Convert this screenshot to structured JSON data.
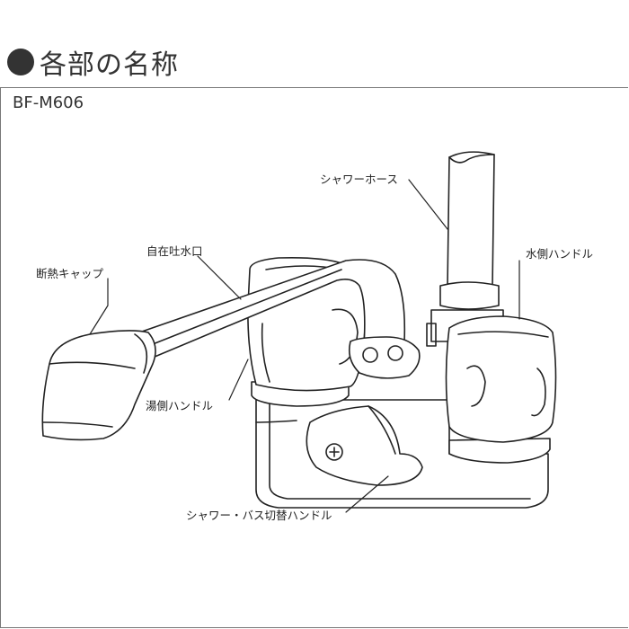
{
  "heading": "各部の名称",
  "model": "BF-M606",
  "labels": {
    "shower_hose": "シャワーホース",
    "spout": "自在吐水口",
    "cold_handle": "水側ハンドル",
    "insulated_cap": "断熱キャップ",
    "hot_handle": "湯側ハンドル",
    "switch_handle": "シャワー・バス切替ハンドル"
  },
  "colors": {
    "line": "#222222",
    "heading_dot": "#333333"
  }
}
